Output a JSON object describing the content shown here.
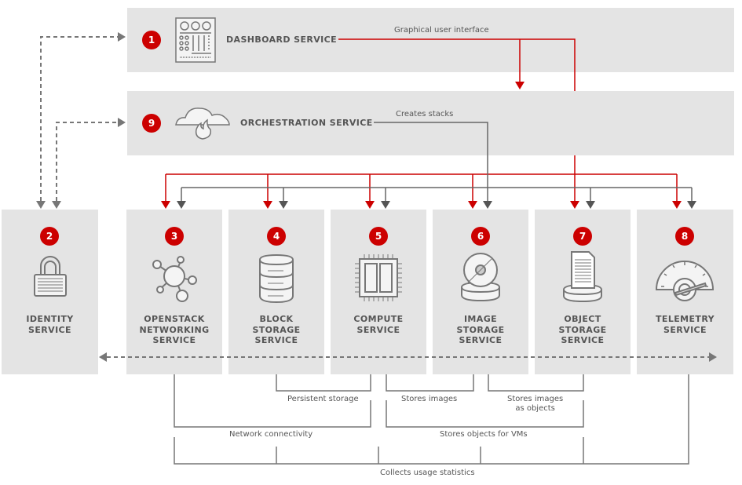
{
  "diagram": {
    "top_services": [
      {
        "number": "1",
        "name": "DASHBOARD SERVICE",
        "icon": "dashboard-panel-icon"
      },
      {
        "number": "9",
        "name": "ORCHESTRATION SERVICE",
        "icon": "cloud-fire-icon"
      }
    ],
    "services": [
      {
        "number": "2",
        "name": "IDENTITY\nSERVICE",
        "icon": "padlock-icon"
      },
      {
        "number": "3",
        "name": "OPENSTACK\nNETWORKING\nSERVICE",
        "icon": "network-hub-icon"
      },
      {
        "number": "4",
        "name": "BLOCK\nSTORAGE\nSERVICE",
        "icon": "database-stack-icon"
      },
      {
        "number": "5",
        "name": "COMPUTE\nSERVICE",
        "icon": "cpu-chip-icon"
      },
      {
        "number": "6",
        "name": "IMAGE\nSTORAGE\nSERVICE",
        "icon": "disc-image-icon"
      },
      {
        "number": "7",
        "name": "OBJECT\nSTORAGE\nSERVICE",
        "icon": "document-stack-icon"
      },
      {
        "number": "8",
        "name": "TELEMETRY\nSERVICE",
        "icon": "gauge-meter-icon"
      }
    ],
    "relations": {
      "gui": "Graphical user interface",
      "creates_stacks": "Creates stacks",
      "persistent_storage": "Persistent storage",
      "stores_images": "Stores images",
      "stores_images_as_objects_1": "Stores images",
      "stores_images_as_objects_2": "as objects",
      "network_connectivity": "Network connectivity",
      "stores_objects_for_vms": "Stores objects for VMs",
      "collects_usage_statistics": "Collects usage statistics"
    },
    "colors": {
      "accent_red": "#cc0000",
      "connector_gray": "#666666",
      "box_fill": "#e4e4e4",
      "text_gray": "#555555"
    }
  }
}
